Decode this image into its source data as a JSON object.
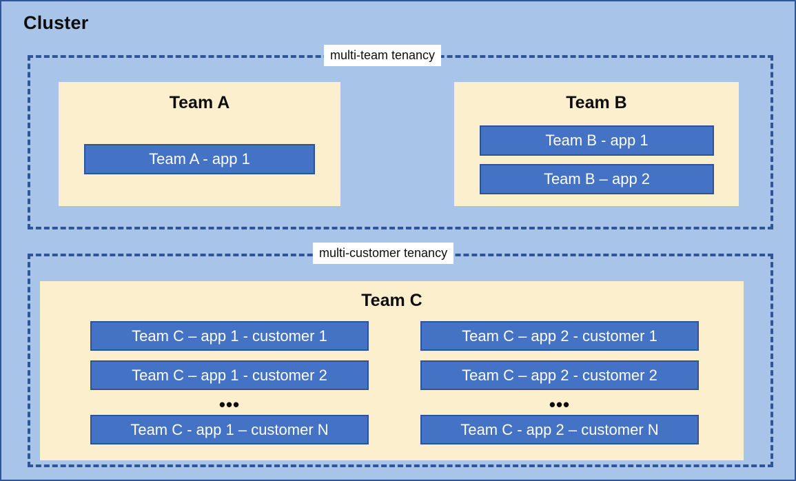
{
  "diagram": {
    "title": "Cluster",
    "background_color": "#A8C5E9",
    "border_color": "#2F5597",
    "team_box_color": "#FCEFCE",
    "app_box_color": "#4472C4",
    "app_box_border_color": "#2E5395",
    "label_background_color": "#FFFFFF",
    "text_color": "#0D0D0D"
  },
  "groups": [
    {
      "label": "multi-team tenancy",
      "teams": [
        {
          "title": "Team A",
          "apps": [
            {
              "label": "Team A - app 1"
            }
          ]
        },
        {
          "title": "Team B",
          "apps": [
            {
              "label": "Team B - app 1"
            },
            {
              "label": "Team B – app 2"
            }
          ]
        }
      ]
    },
    {
      "label": "multi-customer tenancy",
      "teams": [
        {
          "title": "Team C",
          "columns": [
            {
              "apps": [
                {
                  "label": "Team C – app 1 - customer 1"
                },
                {
                  "label": "Team C – app 1 - customer 2"
                }
              ],
              "ellipsis": "•••",
              "last_app": {
                "label": "Team C - app 1 – customer N"
              }
            },
            {
              "apps": [
                {
                  "label": "Team C – app 2 - customer 1"
                },
                {
                  "label": "Team C – app 2 - customer 2"
                }
              ],
              "ellipsis": "•••",
              "last_app": {
                "label": "Team C - app 2 – customer N"
              }
            }
          ]
        }
      ]
    }
  ]
}
